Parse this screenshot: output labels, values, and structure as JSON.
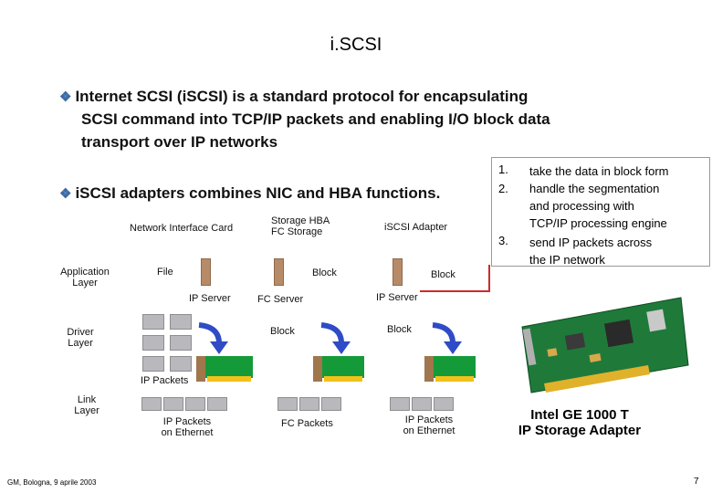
{
  "slide": {
    "title": "i.SCSI",
    "bullet1_lines": [
      "Internet SCSI (iSCSI) is a  standard protocol for encapsulating",
      "SCSI command into TCP/IP packets and enabling I/O block data",
      "transport over IP networks"
    ],
    "bullet2": "iSCSI adapters combines NIC and HBA functions.",
    "footer_left": "GM, Bologna, 9 aprile 2003",
    "page_number": "7"
  },
  "callout": {
    "numbers": [
      "1.",
      "2.",
      "3."
    ],
    "item1": "take the data in block form",
    "item2_lines": [
      "handle the segmentation",
      "and processing with",
      "TCP/IP processing engine"
    ],
    "item3_lines": [
      "send IP packets across",
      "the IP network"
    ],
    "border_color": "#999999",
    "connector_color": "#d12a2a"
  },
  "diagram": {
    "layers": {
      "application": [
        "Application",
        "Layer"
      ],
      "driver": [
        "Driver",
        "Layer"
      ],
      "link": [
        "Link",
        "Layer"
      ]
    },
    "columns": {
      "nic": "Network Interface Card",
      "hba": [
        "Storage HBA",
        "FC Storage"
      ],
      "iscsi": "iSCSI Adapter"
    },
    "labels": {
      "file": "File",
      "ip_server_1": "IP Server",
      "fc_server": "FC Server",
      "block_hba_top": "Block",
      "block_iscsi_top": "Block",
      "ip_server_2": "IP Server",
      "block_hba_mid": "Block",
      "block_iscsi_mid": "Block",
      "ip_packets": "IP Packets",
      "ip_packets_eth_1": [
        "IP Packets",
        "on Ethernet"
      ],
      "fc_packets": "FC Packets",
      "ip_packets_eth_2": [
        "IP Packets",
        "on Ethernet"
      ]
    },
    "colors": {
      "packet_gray": "#b9b9bd",
      "server_brown": "#b78b68",
      "arrow_blue": "#2f4bc6",
      "card_green": "#159a39",
      "card_yellow": "#f2c11a"
    }
  },
  "product": {
    "caption": [
      "Intel GE 1000 T",
      "IP Storage Adapter"
    ]
  }
}
